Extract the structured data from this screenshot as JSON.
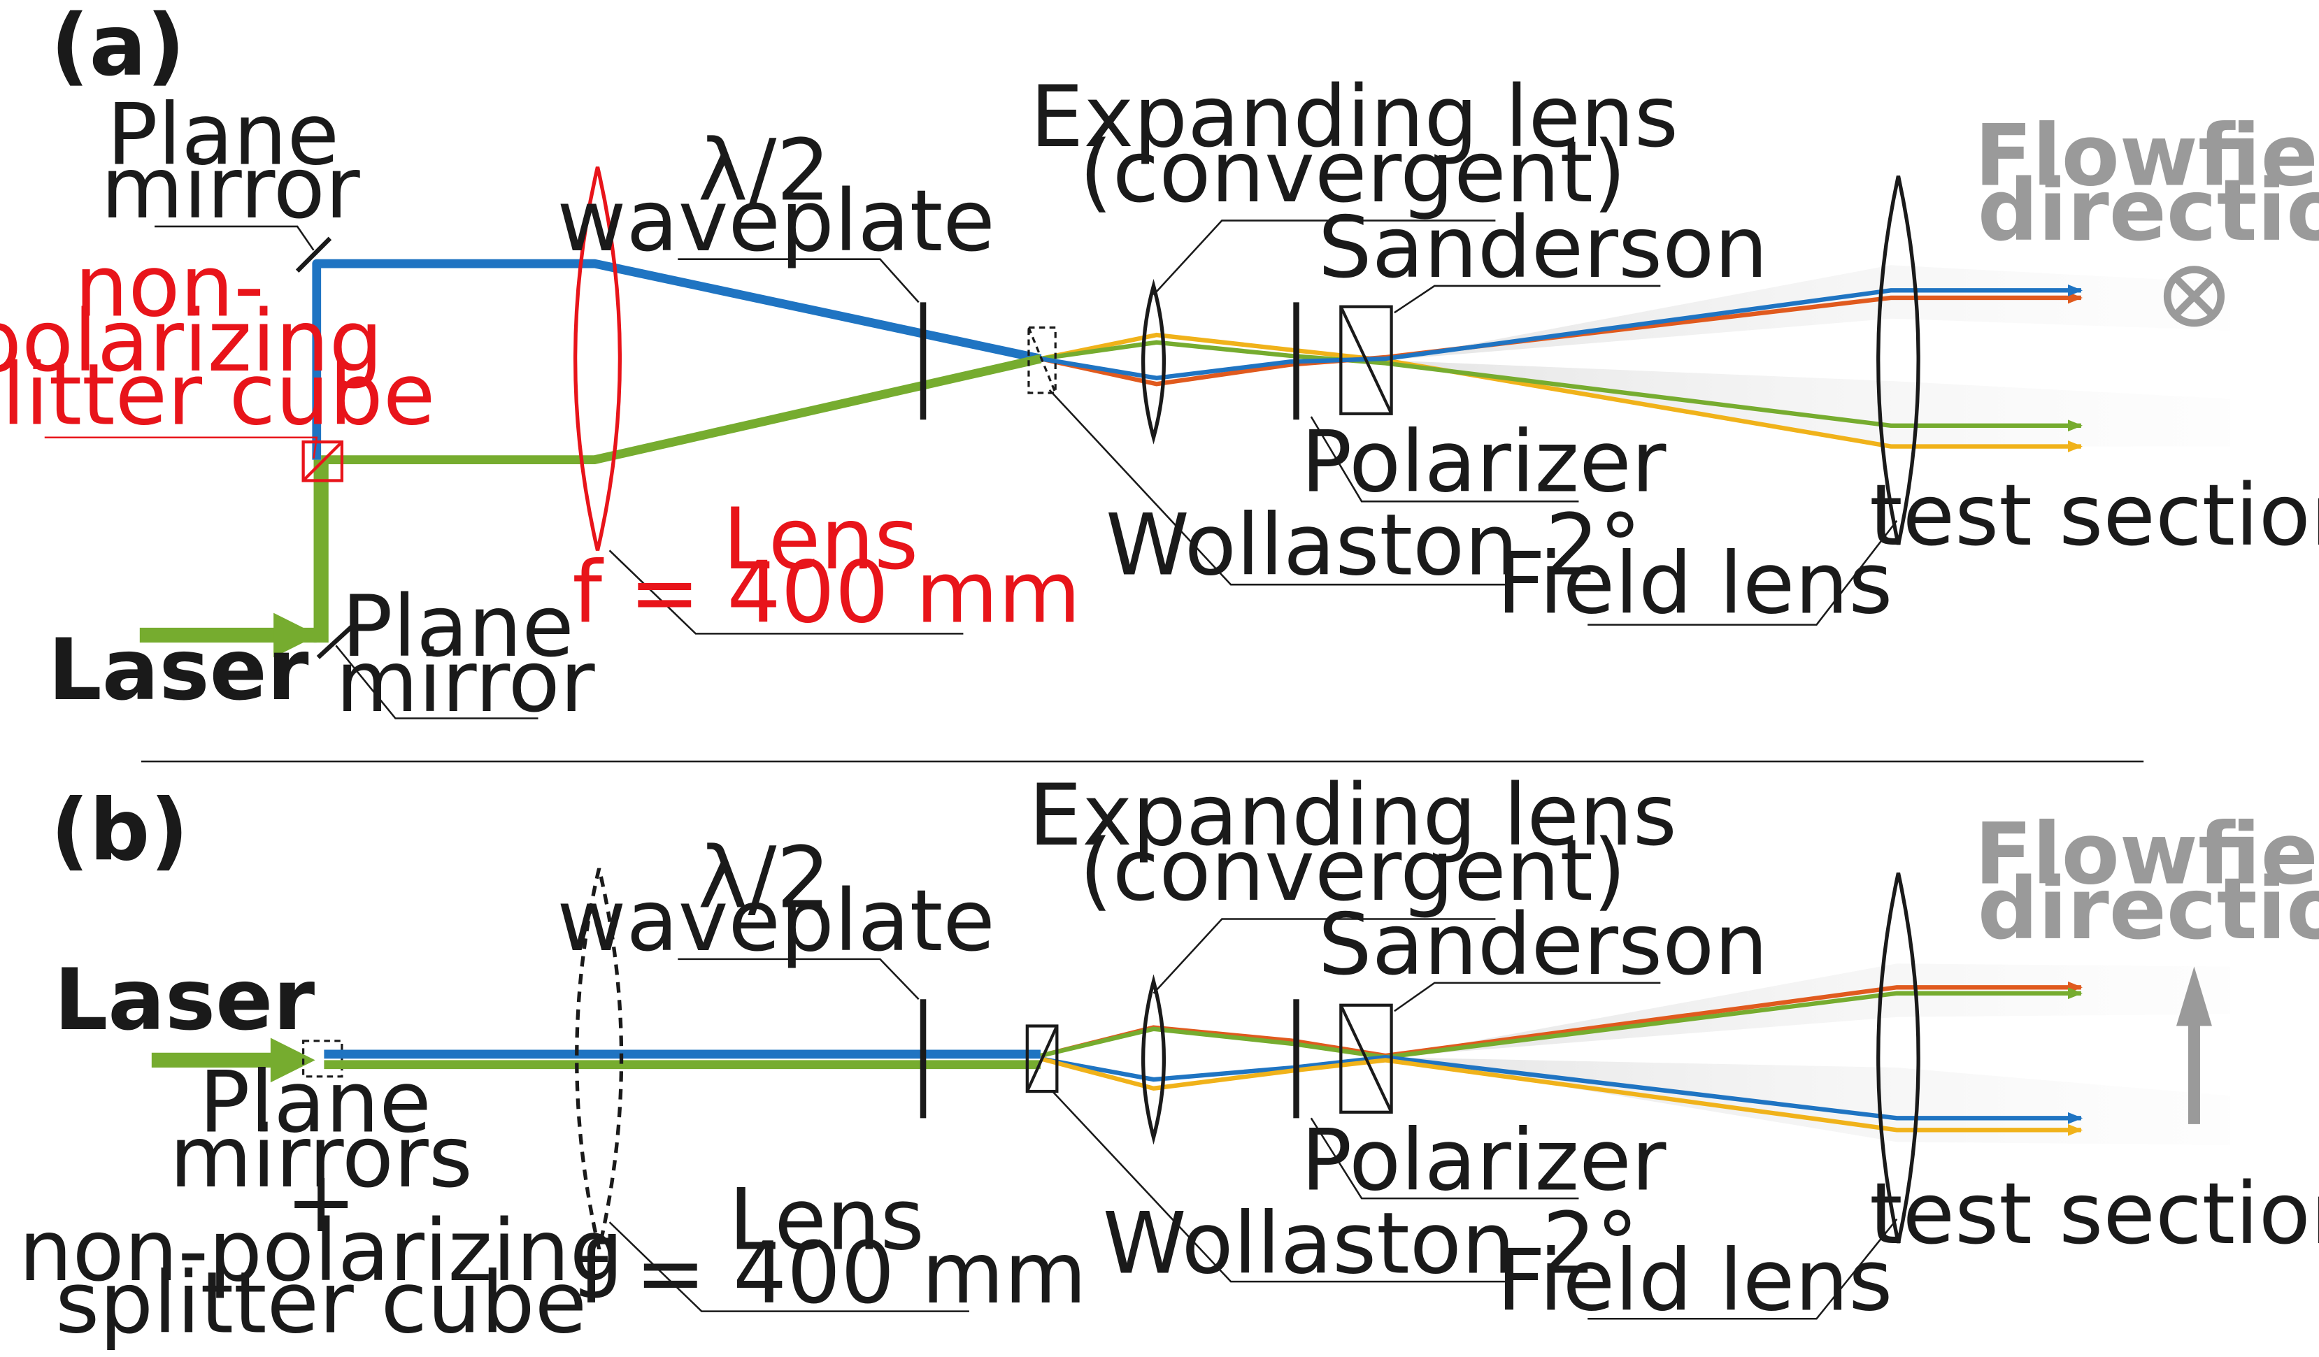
{
  "colors": {
    "blue_beam": "#1f74c2",
    "green_beam": "#76ac2f",
    "orange_beam": "#e05a1e",
    "yellow_beam": "#f0b21a",
    "red_component": "#e8141a",
    "flow_grey": "#9a9a9a",
    "black": "#1a1a1a"
  },
  "panel_a": {
    "tag": "(a)",
    "plane_mirror_top": [
      "Plane",
      "mirror"
    ],
    "splitter": [
      "non-",
      "polarizing",
      "splitter cube"
    ],
    "laser": "Laser",
    "plane_mirror_bottom": [
      "Plane",
      "mirror"
    ],
    "waveplate": [
      "λ/2",
      "waveplate"
    ],
    "lens": [
      "Lens",
      "f = 400 mm"
    ],
    "expanding_lens": [
      "Expanding lens",
      "(convergent)"
    ],
    "sanderson": "Sanderson",
    "polarizer": "Polarizer",
    "wollaston": "Wollaston 2°",
    "field_lens": "Field lens",
    "flowfield": [
      "Flowfield",
      "direction"
    ],
    "test_section": "test section",
    "flow_symbol": "into-page-icon"
  },
  "panel_b": {
    "tag": "(b)",
    "laser": "Laser",
    "mirrors": [
      "Plane",
      "mirrors",
      "+",
      "non-polarizing",
      "splitter cube"
    ],
    "waveplate": [
      "λ/2",
      "waveplate"
    ],
    "lens": [
      "Lens",
      "f = 400 mm"
    ],
    "expanding_lens": [
      "Expanding lens",
      "(convergent)"
    ],
    "sanderson": "Sanderson",
    "polarizer": "Polarizer",
    "wollaston": "Wollaston 2°",
    "field_lens": "Field lens",
    "flowfield": [
      "Flowfield",
      "direction"
    ],
    "test_section": "test section",
    "flow_symbol": "upward-arrow-icon"
  }
}
